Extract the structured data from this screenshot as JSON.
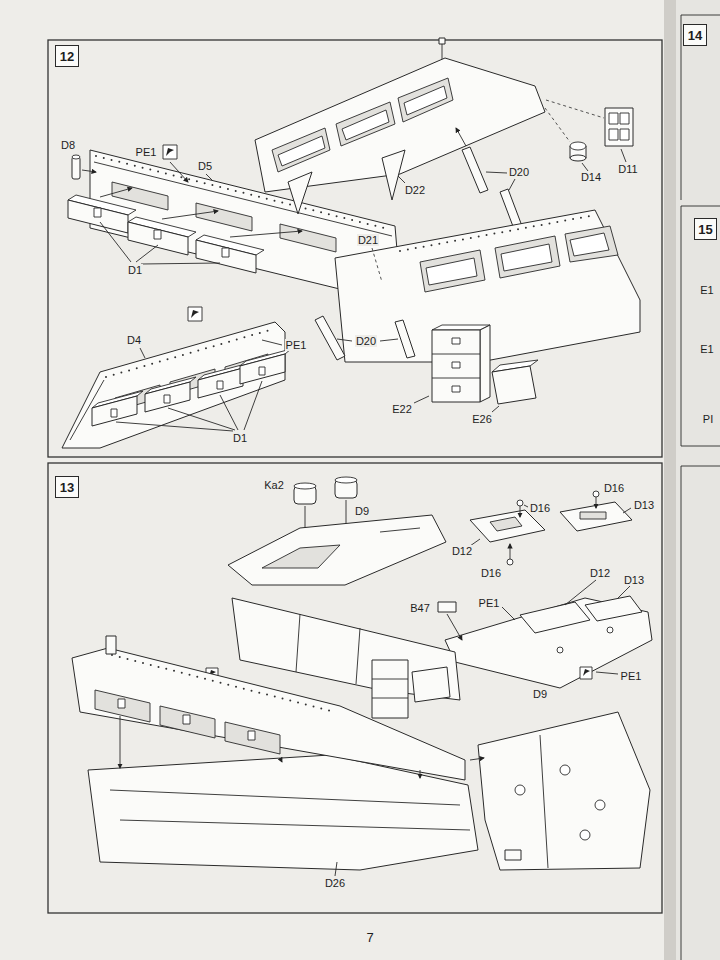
{
  "diagram": {
    "nodes": [
      {
        "text": [
          "12"
        ]
      },
      {
        "text": [
          "13"
        ]
      },
      {
        "text": [
          "14"
        ]
      },
      {
        "text": [
          "15"
        ]
      }
    ],
    "labels": [
      "D8",
      "PE1",
      "D5",
      "D1",
      "D4",
      "PE1",
      "D1",
      "D22",
      "D20",
      "D14",
      "D11",
      "D21",
      "D20",
      "E22",
      "E26",
      "Ka2",
      "D9",
      "D16",
      "D12",
      "D16",
      "D16",
      "D13",
      "B47",
      "PE1",
      "D12",
      "D13",
      "PE1",
      "D9",
      "D26",
      "7",
      "E1",
      "E1",
      "PI"
    ]
  }
}
